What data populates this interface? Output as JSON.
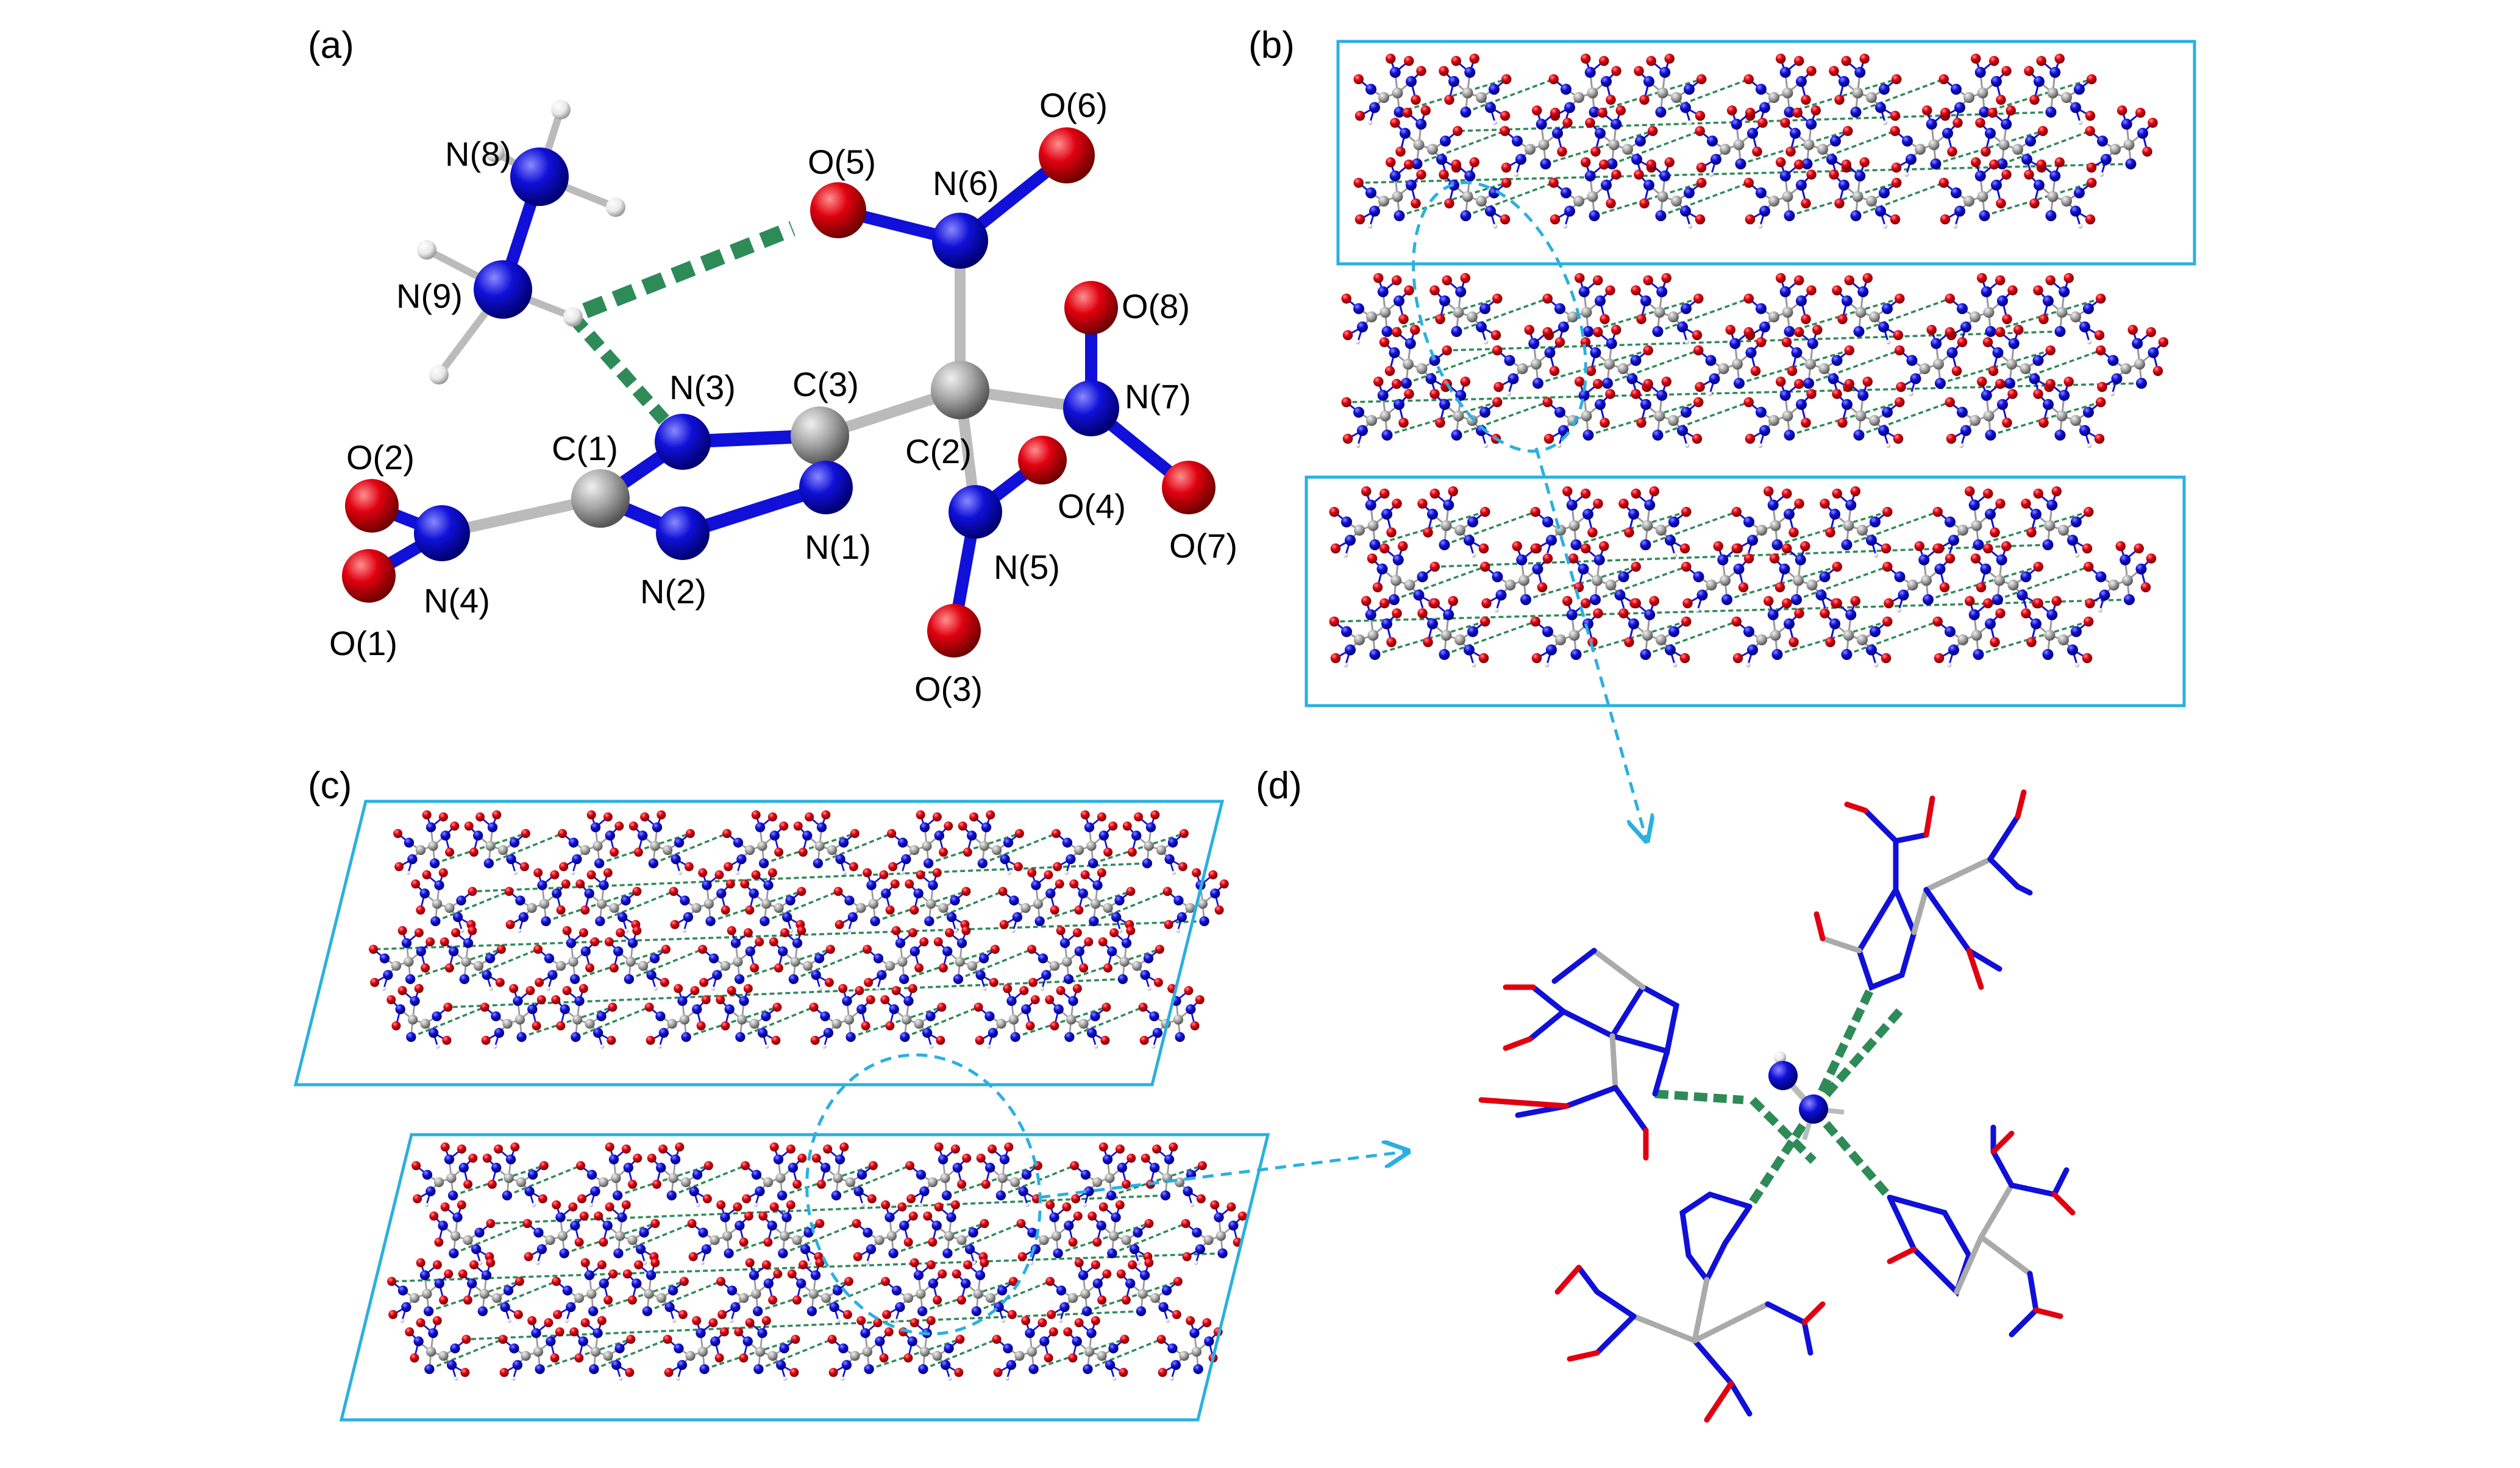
{
  "figure": {
    "panels": {
      "a": "(a)",
      "b": "(b)",
      "c": "(c)",
      "d": "(d)"
    },
    "atom_labels": [
      "N(8)",
      "N(9)",
      "O(5)",
      "N(6)",
      "O(6)",
      "O(8)",
      "N(7)",
      "O(7)",
      "N(3)",
      "C(3)",
      "C(2)",
      "C(1)",
      "O(2)",
      "N(4)",
      "O(1)",
      "N(2)",
      "N(1)",
      "O(4)",
      "N(5)",
      "O(3)"
    ],
    "colors": {
      "nitrogen": "#1010d8",
      "oxygen": "#e00010",
      "carbon": "#a8a8a8",
      "hydrogen": "#f4f4f4",
      "hbond": "#2e8b57",
      "box": "#2ab0e0"
    }
  }
}
